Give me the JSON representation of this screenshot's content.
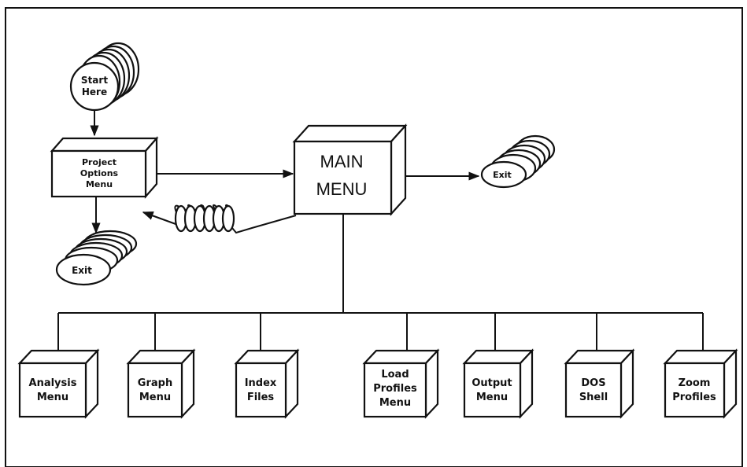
{
  "start": {
    "line1": "Start",
    "line2": "Here"
  },
  "project_options": {
    "line1": "Project",
    "line2": "Options",
    "line3": "Menu"
  },
  "main_menu": {
    "line1": "MAIN",
    "line2": "MENU"
  },
  "exit_right": {
    "label": "Exit"
  },
  "exit_left": {
    "label": "Exit"
  },
  "submenus": [
    {
      "line1": "Analysis",
      "line2": "Menu"
    },
    {
      "line1": "Graph",
      "line2": "Menu"
    },
    {
      "line1": "Index",
      "line2": "Files"
    },
    {
      "line1": "Load",
      "line2": "Profiles",
      "line3": "Menu"
    },
    {
      "line1": "Output",
      "line2": "Menu"
    },
    {
      "line1": "DOS",
      "line2": "Shell"
    },
    {
      "line1": "Zoom",
      "line2": "Profiles"
    }
  ]
}
